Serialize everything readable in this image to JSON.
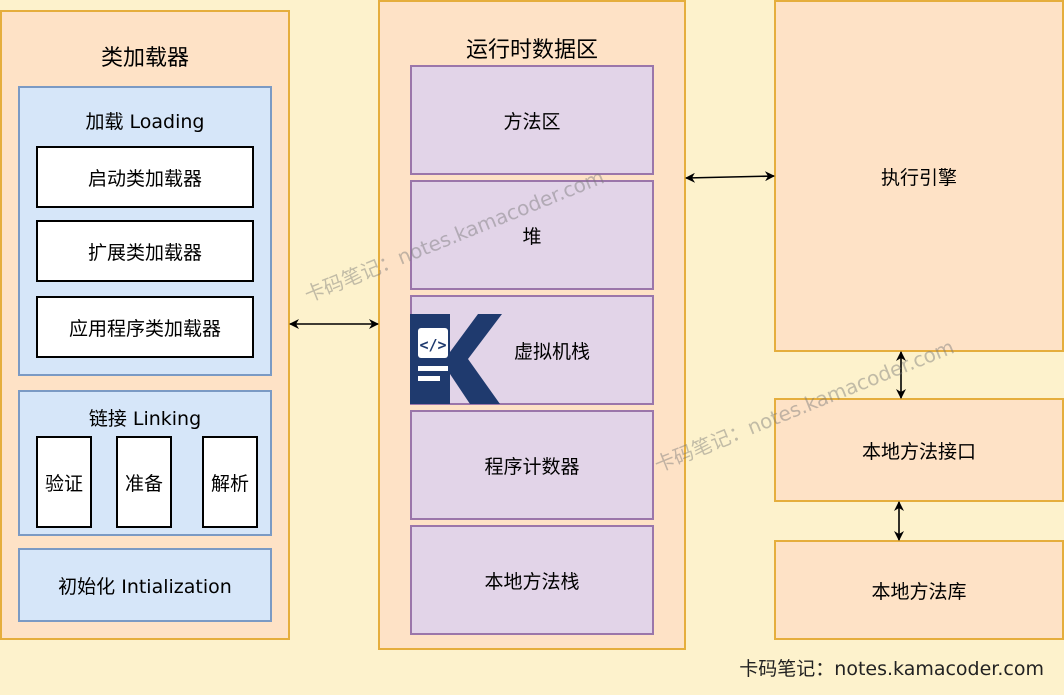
{
  "class_loader": {
    "title": "类加载器",
    "loading": {
      "title": "加载  Loading",
      "items": [
        "启动类加载器",
        "扩展类加载器",
        "应用程序类加载器"
      ]
    },
    "linking": {
      "title": "链接 Linking",
      "items": [
        "验证",
        "准备",
        "解析"
      ]
    },
    "init": "初始化 Intialization"
  },
  "runtime_data_area": {
    "title": "运行时数据区",
    "items": [
      "方法区",
      "堆",
      "虚拟机栈",
      "程序计数器",
      "本地方法栈"
    ]
  },
  "execution_engine": "执行引擎",
  "native_interface": "本地方法接口",
  "native_library": "本地方法库",
  "watermark": "卡码笔记：notes.kamacoder.com",
  "footer": "卡码笔记：notes.kamacoder.com",
  "colors": {
    "background": "#fdf2cc",
    "orange_fill": "#fee2c6",
    "orange_border": "#e5ae3d",
    "blue_fill": "#d6e6f9",
    "purple_fill": "#e2d4e8",
    "logo_blue": "#1f3a6e"
  },
  "logo_icon": "code-k-logo"
}
